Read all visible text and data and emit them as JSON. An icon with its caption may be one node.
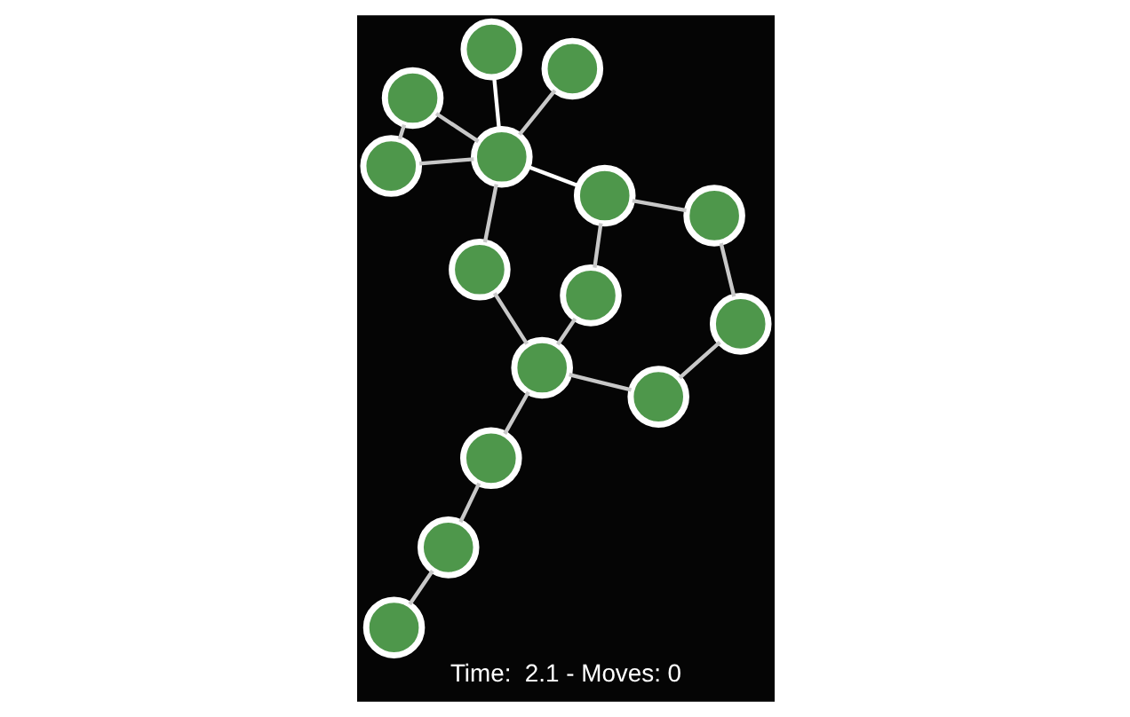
{
  "diagram": {
    "caption": "Time:  2.1 - Moves: 0",
    "nodes": [
      {
        "text": [],
        "shape": "circle"
      },
      {
        "text": [],
        "shape": "circle"
      },
      {
        "text": [],
        "shape": "circle"
      },
      {
        "text": [],
        "shape": "circle"
      },
      {
        "text": [],
        "shape": "circle"
      },
      {
        "text": [],
        "shape": "circle"
      },
      {
        "text": [],
        "shape": "circle"
      },
      {
        "text": [],
        "shape": "circle"
      },
      {
        "text": [],
        "shape": "circle"
      },
      {
        "text": [],
        "shape": "circle"
      },
      {
        "text": [],
        "shape": "circle"
      },
      {
        "text": [],
        "shape": "circle"
      },
      {
        "text": [],
        "shape": "circle"
      },
      {
        "text": [],
        "shape": "circle"
      },
      {
        "text": [],
        "shape": "circle"
      }
    ],
    "edges": [
      {
        "from": 9,
        "to": 0,
        "arrow": "none"
      },
      {
        "from": 0,
        "to": 3,
        "arrow": "none"
      },
      {
        "from": 1,
        "to": 3,
        "arrow": "none",
        "color": "#ffffff"
      },
      {
        "from": 3,
        "to": 2,
        "arrow": "none"
      },
      {
        "from": 3,
        "to": 5,
        "arrow": "none",
        "color": "#ffffff"
      },
      {
        "from": 3,
        "to": 11,
        "arrow": "none"
      },
      {
        "from": 2,
        "to": 11,
        "arrow": "none"
      },
      {
        "from": 5,
        "to": 13,
        "arrow": "none"
      },
      {
        "from": 12,
        "to": 13,
        "arrow": "none"
      },
      {
        "from": 10,
        "to": 12,
        "arrow": "none"
      },
      {
        "from": 14,
        "to": 5,
        "arrow": "none"
      },
      {
        "from": 9,
        "to": 14,
        "arrow": "none"
      },
      {
        "from": 6,
        "to": 8,
        "arrow": "none"
      },
      {
        "from": 7,
        "to": 3,
        "arrow": "none"
      },
      {
        "from": 8,
        "to": 4,
        "arrow": "none"
      },
      {
        "from": 9,
        "to": 4,
        "arrow": "none"
      },
      {
        "from": 9,
        "to": 10,
        "arrow": "none"
      }
    ]
  }
}
